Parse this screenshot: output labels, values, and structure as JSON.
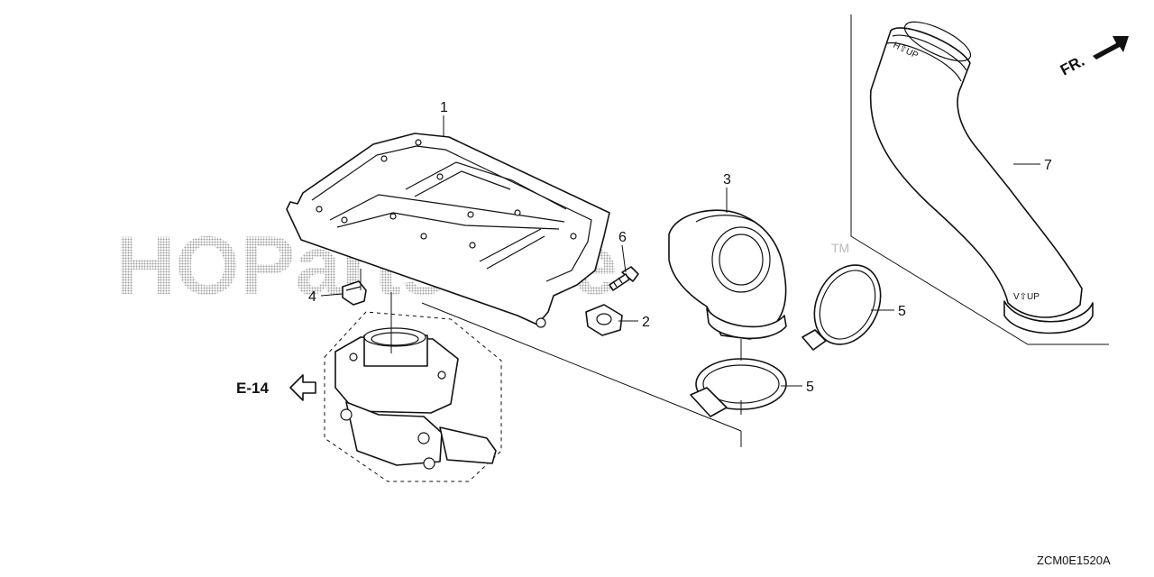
{
  "watermark": {
    "text": "HOPartsTree",
    "tm": "TM"
  },
  "callouts": {
    "p1": "1",
    "p2": "2",
    "p3": "3",
    "p4": "4",
    "p5a": "5",
    "p5b": "5",
    "p6": "6",
    "p7": "7"
  },
  "reference": {
    "label": "E-14"
  },
  "direction": {
    "label": "FR."
  },
  "hose_marks": {
    "top": "H⇧UP",
    "bottom": "V⇧UP"
  },
  "diagram_code": "ZCM0E1520A"
}
